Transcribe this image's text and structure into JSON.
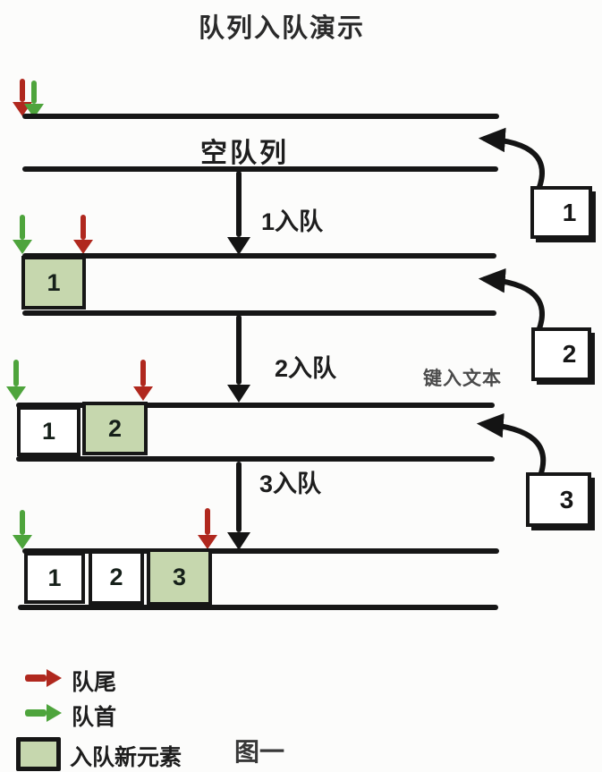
{
  "title": "队列入队演示",
  "caption": "图一",
  "note": "键入文本",
  "stages": [
    {
      "name": "empty-queue",
      "label": "空队列",
      "cells": []
    },
    {
      "name": "queue-after-1",
      "cells": [
        {
          "value": "1",
          "new": true
        }
      ]
    },
    {
      "name": "queue-after-2",
      "cells": [
        {
          "value": "1",
          "new": false
        },
        {
          "value": "2",
          "new": true
        }
      ]
    },
    {
      "name": "queue-after-3",
      "cells": [
        {
          "value": "1",
          "new": false
        },
        {
          "value": "2",
          "new": false
        },
        {
          "value": "3",
          "new": true
        }
      ]
    }
  ],
  "transitions": [
    {
      "label": "1入队",
      "incoming": "1"
    },
    {
      "label": "2入队",
      "incoming": "2"
    },
    {
      "label": "3入队",
      "incoming": "3"
    }
  ],
  "legend": [
    {
      "icon": "red-arrow-icon",
      "label": "队尾"
    },
    {
      "icon": "green-arrow-icon",
      "label": "队首"
    },
    {
      "icon": "green-cell-icon",
      "label": "入队新元素"
    }
  ],
  "colors": {
    "tail_red": "#b0281e",
    "head_green": "#4ea43c",
    "new_cell_green": "#c6d7ae",
    "ink": "#161616"
  }
}
